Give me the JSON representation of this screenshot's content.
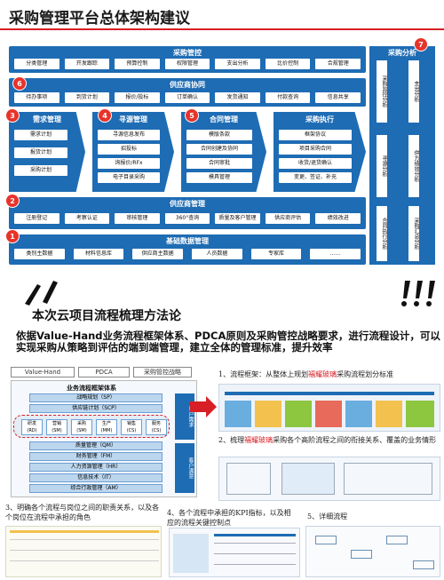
{
  "top_title": "采购管理平台总体架构建议",
  "arch": {
    "procurement_control": {
      "title": "采购管控",
      "items": [
        "分类管理",
        "开发跟踪",
        "预算控制",
        "权限管理",
        "支出分析",
        "比价控制",
        "合规管理"
      ]
    },
    "supplier_collab": {
      "title": "供应商协同",
      "items": [
        "待办事项",
        "到货计划",
        "报价/投标",
        "订单确认",
        "发货通知",
        "付款查询",
        "信息共享"
      ]
    },
    "demand": {
      "title": "需求管理",
      "items": [
        "需求计划",
        "报货计划",
        "采购计划"
      ]
    },
    "sourcing": {
      "title": "寻源管理",
      "items": [
        "寻源信息发布",
        "招投标",
        "询报价/RFx",
        "电子目录采购"
      ]
    },
    "contract": {
      "title": "合同管理",
      "items": [
        "模版条款",
        "合同创建及协同",
        "合同审批",
        "模具管理"
      ]
    },
    "execution": {
      "title": "采购执行",
      "items": [
        "框架协议",
        "项目采购合同",
        "收货/退货确认",
        "变更、签证、补充"
      ]
    },
    "supplier_mgmt": {
      "title": "供应商管理",
      "items": [
        "注册登记",
        "考察认证",
        "审核管理",
        "360°查询",
        "质量及客户管理",
        "供应商评估",
        "绩效改进"
      ]
    },
    "master_data": {
      "title": "基础数据管理",
      "items": [
        "类别主数据",
        "材料信息库",
        "供应商主数据",
        "人员数据",
        "专家库",
        "……"
      ]
    },
    "analysis": {
      "title": "采购分析",
      "columns": [
        [
          "采购监控分析",
          "寻源分析",
          "合同执行分析"
        ],
        [
          "支出分析",
          "供方绩效分析",
          "采购汇总分析"
        ]
      ]
    },
    "badges": [
      "1",
      "2",
      "3",
      "4",
      "5",
      "6",
      "7"
    ]
  },
  "section_title": "本次云项目流程梳理方法论",
  "description": "依据Value-Hand业务流程框架体系、PDCA原则及采购管控战略要求，进行流程设计，可以实现采购从策略到评估的端到端管理，建立全体的管理标准，提升效率",
  "tags": [
    "Value-Hand",
    "PDCA",
    "采购管控战略"
  ],
  "framework": {
    "title": "业务流程框架体系",
    "layers": [
      "战略规划（SP）",
      "供应链计划（SCP）",
      "质量管理（QM）",
      "财务管理（FM）",
      "人力资源管理（HR）",
      "信息技术（IT）",
      "综合行政管理（AM）"
    ],
    "modules": [
      "研发 (RD)",
      "营销 (SM)",
      "采购 (SM)",
      "生产 (MM)",
      "销售 (CS)",
      "服务 (CS)"
    ],
    "side_labels": [
      "客户需求",
      "客户满意"
    ]
  },
  "steps": [
    {
      "prefix": "1、流程框架：从整体上规划",
      "highlight": "福耀玻璃",
      "suffix": "采购流程划分标准"
    },
    {
      "prefix": "2、梳理",
      "highlight": "福耀玻璃",
      "suffix": "采购各个高阶流程之间的衔接关系、覆盖的业务情形"
    },
    {
      "prefix": "3、明确各个流程与岗位之间的职责关系，以及各个岗位在流程中承担的角色",
      "highlight": "",
      "suffix": ""
    },
    {
      "prefix": "4、各个流程中承担的KPI指标，以及相应的流程关键控制点",
      "highlight": "",
      "suffix": ""
    },
    {
      "prefix": "5、详细流程",
      "highlight": "",
      "suffix": ""
    }
  ],
  "colors": {
    "blue": "#1e6cb4",
    "red": "#d81f26",
    "cyan": "#0aa6d8"
  }
}
